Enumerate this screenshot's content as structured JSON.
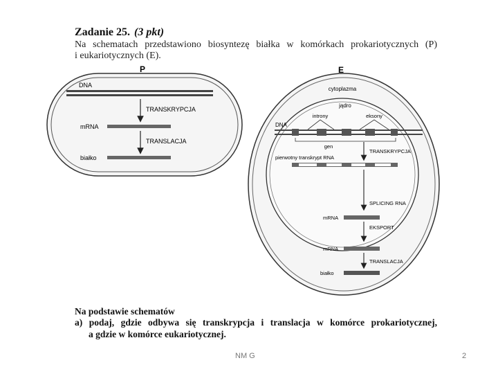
{
  "task": {
    "title": "Zadanie 25.",
    "points": "(3 pkt)",
    "intro_line1": "Na schematach przedstawiono biosyntezę białka w komórkach prokariotycznych (P)",
    "intro_line2": "i eukariotycznych (E)."
  },
  "diagram_p": {
    "label": "P",
    "dna": "DNA",
    "transcription": "TRANSKRYPCJA",
    "mrna": "mRNA",
    "translation": "TRANSLACJA",
    "protein": "białko"
  },
  "diagram_e": {
    "label": "E",
    "cytoplasm": "cytoplazma",
    "nucleus": "jądro",
    "introns": "introny",
    "exons": "eksony",
    "dna": "DNA",
    "gene": "gen",
    "transcription": "TRANSKRYPCJA",
    "primary_transcript": "pierwotny transkrypt RNA",
    "splicing": "SPLICING RNA",
    "mrna_nucleus": "mRNA",
    "export": "EKSPORT",
    "mrna_cytoplasm": "mRNA",
    "translation": "TRANSLACJA",
    "protein": "białko"
  },
  "question": {
    "heading": "Na podstawie schematów",
    "a_line1": "a) podaj, gdzie odbywa się transkrypcja i translacja w komórce prokariotycznej,",
    "a_line2": "a gdzie w komórce eukariotycznej."
  },
  "footer": {
    "center": "NM G",
    "page": "2"
  }
}
